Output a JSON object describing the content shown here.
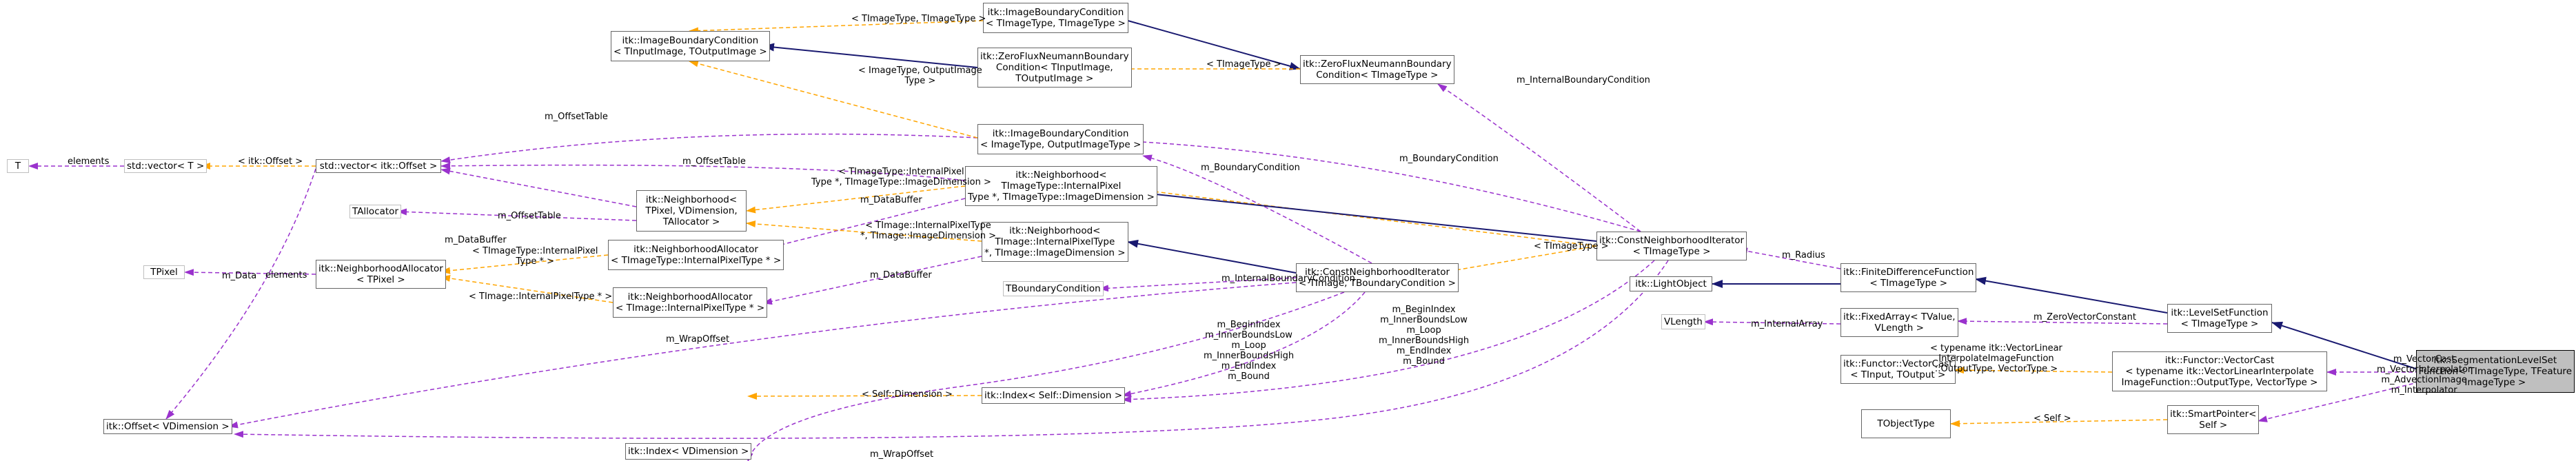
{
  "nodes": {
    "t": [
      "T"
    ],
    "std_vector_t": [
      "std::vector< T >"
    ],
    "std_vector_offset": [
      "std::vector< itk::Offset >"
    ],
    "tallocator": [
      "TAllocator"
    ],
    "tpixel": [
      "TPixel"
    ],
    "itk_offset": [
      "itk::Offset< VDimension >"
    ],
    "itk_index_vdim": [
      "itk::Index< VDimension >"
    ],
    "image_bc_tinput": [
      "itk::ImageBoundaryCondition",
      "< TInputImage, TOutputImage >"
    ],
    "image_bc_timage": [
      "itk::ImageBoundaryCondition",
      "< TImageType, TImageType >"
    ],
    "zeroflux_tinput": [
      "itk::ZeroFluxNeumannBoundary",
      "Condition< TInputImage,",
      "TOutputImage >"
    ],
    "zeroflux_timage": [
      "itk::ZeroFluxNeumannBoundary",
      "Condition< TImageType >"
    ],
    "image_bc_output": [
      "itk::ImageBoundaryCondition",
      "< ImageType, OutputImageType >"
    ],
    "neighborhood_tpixel": [
      "itk::Neighborhood<",
      "TPixel, VDimension,",
      "TAllocator >"
    ],
    "neighborhood_alloc_tpixel": [
      "itk::NeighborhoodAllocator",
      "< TPixel >"
    ],
    "neighborhood_alloc_internal_ptr": [
      "itk::NeighborhoodAllocator",
      "< TImageType::InternalPixelType * >"
    ],
    "neighborhood_alloc_internal": [
      "itk::NeighborhoodAllocator",
      "< TImage::InternalPixelType * >"
    ],
    "neighborhood_timagetype": [
      "itk::Neighborhood<",
      "TImageType::InternalPixel",
      "Type *, TImageType::ImageDimension >"
    ],
    "neighborhood_timage": [
      "itk::Neighborhood<",
      "TImage::InternalPixelType",
      "*, TImage::ImageDimension >"
    ],
    "tboundarycondition": [
      "TBoundaryCondition"
    ],
    "itk_index_self": [
      "itk::Index< Self::Dimension >"
    ],
    "const_nit_timage": [
      "itk::ConstNeighborhoodIterator",
      "< TImage, TBoundaryCondition >"
    ],
    "const_nit_timagetype": [
      "itk::ConstNeighborhoodIterator",
      "< TImageType >"
    ],
    "light_object": [
      "itk::LightObject"
    ],
    "finite_diff": [
      "itk::FiniteDifferenceFunction",
      "< TImageType >"
    ],
    "vlength": [
      "VLength"
    ],
    "fixed_array": [
      "itk::FixedArray< TValue,",
      "VLength >"
    ],
    "functor_vectorcast_generic": [
      "itk::Functor::VectorCast",
      "< TInput, TOutput >"
    ],
    "tobjecttype": [
      "TObjectType"
    ],
    "smartpointer_generic": [
      "itk::SmartPointer<",
      "TObjectType >"
    ],
    "level_set_function": [
      "itk::LevelSetFunction",
      "< TImageType >"
    ],
    "functor_vectorcast": [
      "itk::Functor::VectorCast",
      "< typename itk::VectorLinearInterpolate",
      "ImageFunction::OutputType, VectorType >"
    ],
    "smartpointer_self": [
      "itk::SmartPointer<",
      "Self >"
    ],
    "segmentation_lsf": [
      "itk::SegmentationLevelSet",
      "Function< TImageType, TFeature",
      "ImageType >"
    ]
  },
  "edge_labels": {
    "elements_t": [
      "elements"
    ],
    "itk_offset_tpl": [
      "< itk::Offset >"
    ],
    "offset_elements": [
      "elements"
    ],
    "m_offsettable_1": [
      "m_OffsetTable"
    ],
    "m_offsettable_2": [
      "m_OffsetTable"
    ],
    "m_offsettable_3": [
      "m_OffsetTable"
    ],
    "m_databuffer_1": [
      "m_DataBuffer"
    ],
    "m_data": [
      "m_Data"
    ],
    "tpixel_tpl_1": [
      "< TImageType::InternalPixel",
      "Type * >"
    ],
    "tpixel_tpl_2": [
      "< TImage::InternalPixelType * >"
    ],
    "timage_tpl_top": [
      "< TImageType, TImageType >"
    ],
    "imagetype_tpl": [
      "< ImageType, OutputImage",
      "Type >"
    ],
    "timagetype_tpl_1": [
      "< TImageType >"
    ],
    "timagetype_tpl_2": [
      "< TImageType >"
    ],
    "m_internalbc_1": [
      "m_InternalBoundaryCondition"
    ],
    "m_internalbc_2": [
      "m_InternalBoundaryCondition"
    ],
    "m_boundarycond_1": [
      "m_BoundaryCondition"
    ],
    "m_boundarycond_2": [
      "m_BoundaryCondition"
    ],
    "nb_tpl_timagetype": [
      "< TImageType::InternalPixel",
      "Type *, TImageType::ImageDimension >"
    ],
    "nb_tpl_timage": [
      "< TImage::InternalPixelType",
      "*, TImage::ImageDimension >"
    ],
    "m_databuffer_2": [
      "m_DataBuffer"
    ],
    "m_databuffer_3": [
      "m_DataBuffer"
    ],
    "m_wrapoffset_1": [
      "m_WrapOffset"
    ],
    "m_wrapoffset_2": [
      "m_WrapOffset"
    ],
    "self_dim_tpl": [
      "< Self::Dimension >"
    ],
    "index_members_left": [
      "m_BeginIndex",
      "m_InnerBoundsLow",
      "m_Loop",
      "m_InnerBoundsHigh",
      "m_EndIndex",
      "m_Bound"
    ],
    "index_members_right": [
      "m_BeginIndex",
      "m_InnerBoundsLow",
      "m_Loop",
      "m_InnerBoundsHigh",
      "m_EndIndex",
      "m_Bound"
    ],
    "m_radius": [
      "m_Radius"
    ],
    "m_internalarray": [
      "m_InternalArray"
    ],
    "m_zerovector": [
      "m_ZeroVectorConstant"
    ],
    "vectorcast_tpl": [
      "< typename itk::VectorLinear",
      "InterpolateImageFunction",
      "::OutputType, VectorType >"
    ],
    "self_tpl": [
      "< Self >"
    ],
    "segmentation_members": [
      "m_VectorCast",
      "m_VectorInterpolator",
      "m_AdvectionImage",
      "m_Interpolator"
    ]
  },
  "colors": {
    "inheritance": "#191970",
    "usage": "#9a32cd",
    "template": "#ffa500",
    "node_border": "#666666",
    "leaf_border": "#bfbfbf",
    "root_fill": "#bfbfbf"
  }
}
